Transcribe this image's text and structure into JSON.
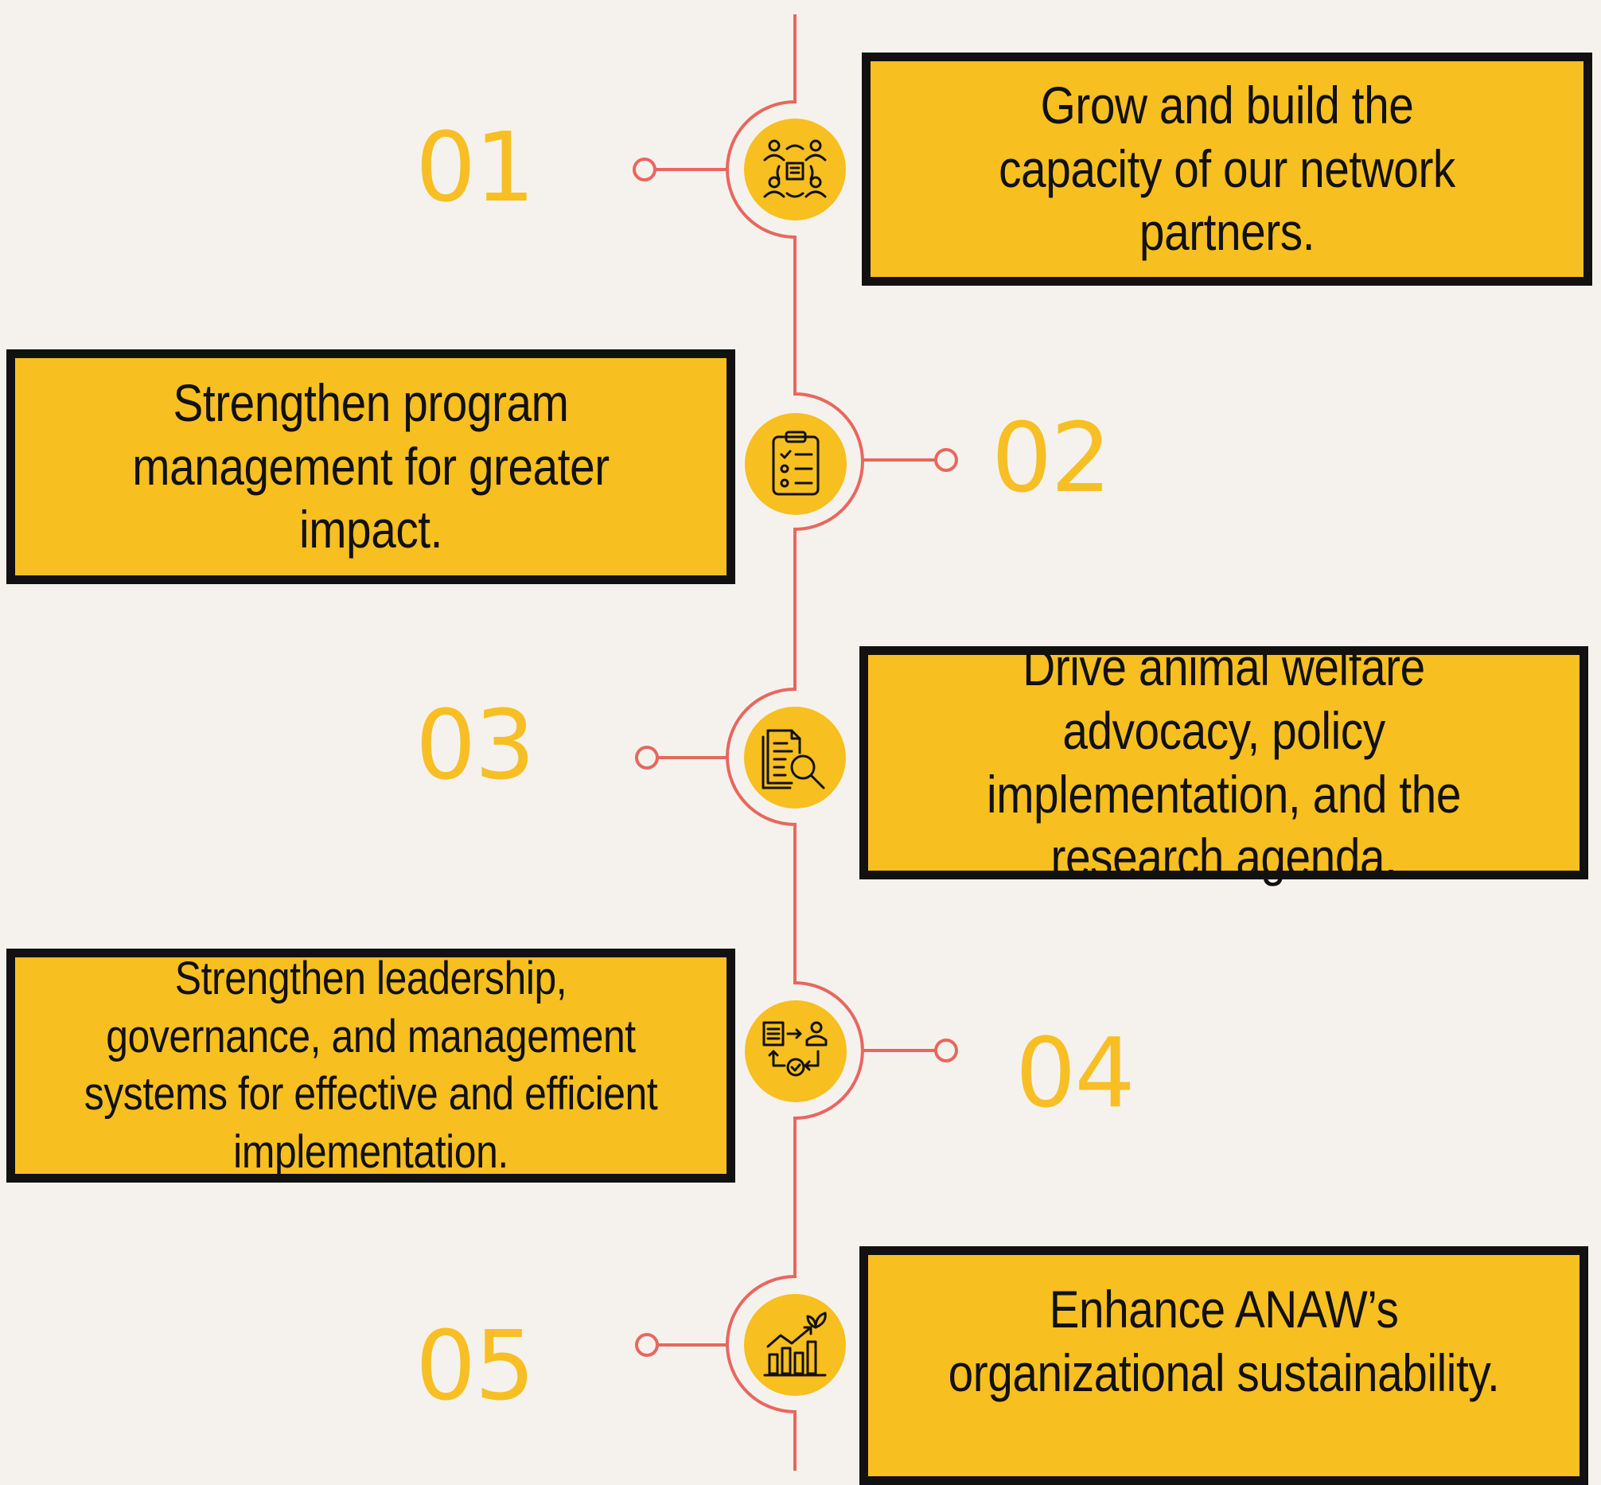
{
  "steps": [
    {
      "number": "01",
      "text": "Grow and build the capacity of our network partners.",
      "icon": "network-partners-icon"
    },
    {
      "number": "02",
      "text": "Strengthen program management for greater impact.",
      "icon": "checklist-clipboard-icon"
    },
    {
      "number": "03",
      "text": "Drive animal welfare advocacy, policy implementation, and the research agenda.",
      "icon": "research-document-magnifier-icon"
    },
    {
      "number": "04",
      "text": "Strengthen leadership, governance, and management systems for effective and efficient implementation.",
      "icon": "workflow-process-icon"
    },
    {
      "number": "05",
      "text": "Enhance ANAW’s organizational sustainability.",
      "icon": "growth-chart-icon"
    }
  ],
  "colors": {
    "background": "#f5f2ee",
    "accent_yellow": "#f7bf1f",
    "number_yellow": "#f7bf24",
    "line_red": "#e8675e",
    "border_black": "#111111"
  }
}
